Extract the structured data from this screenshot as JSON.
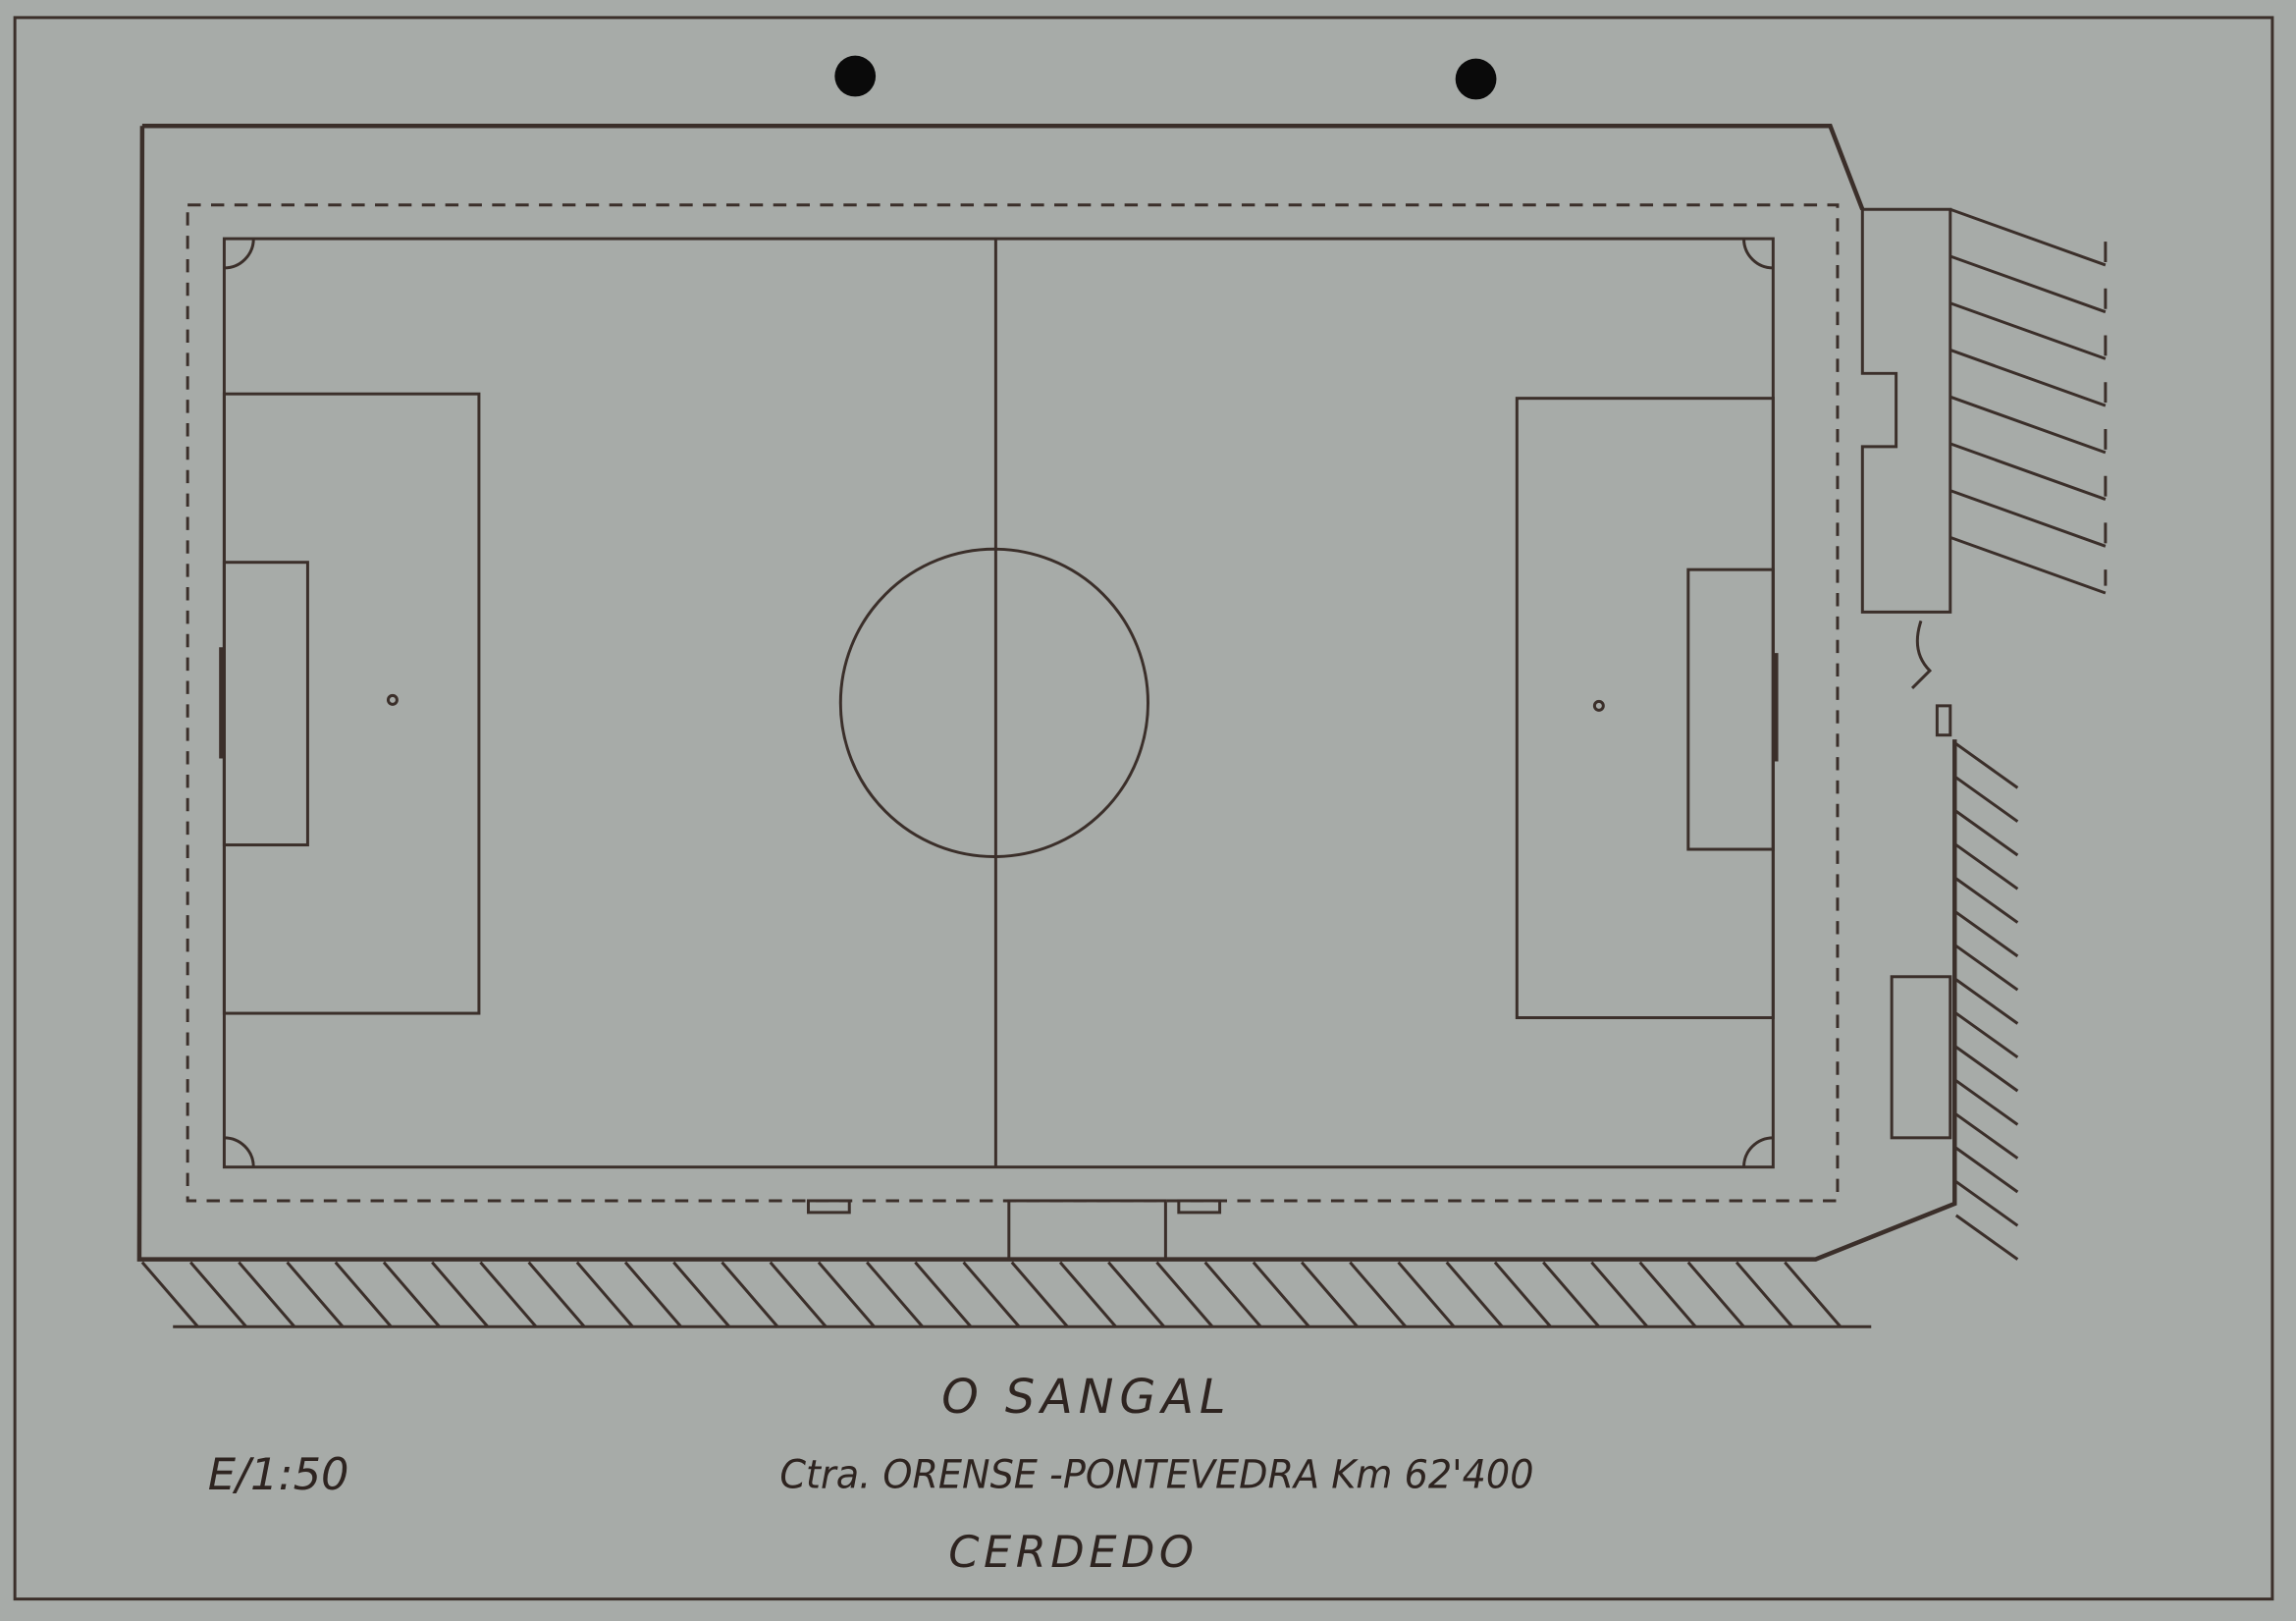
{
  "drawing": {
    "title": "O SANGAL",
    "scale": "E/1:50",
    "road": "Ctra. ORENSE -PONTEVEDRA Km 62'400",
    "town": "CERDEDO"
  },
  "colors": {
    "paper": "#a7aba8",
    "ink": "#3b2f2a"
  }
}
